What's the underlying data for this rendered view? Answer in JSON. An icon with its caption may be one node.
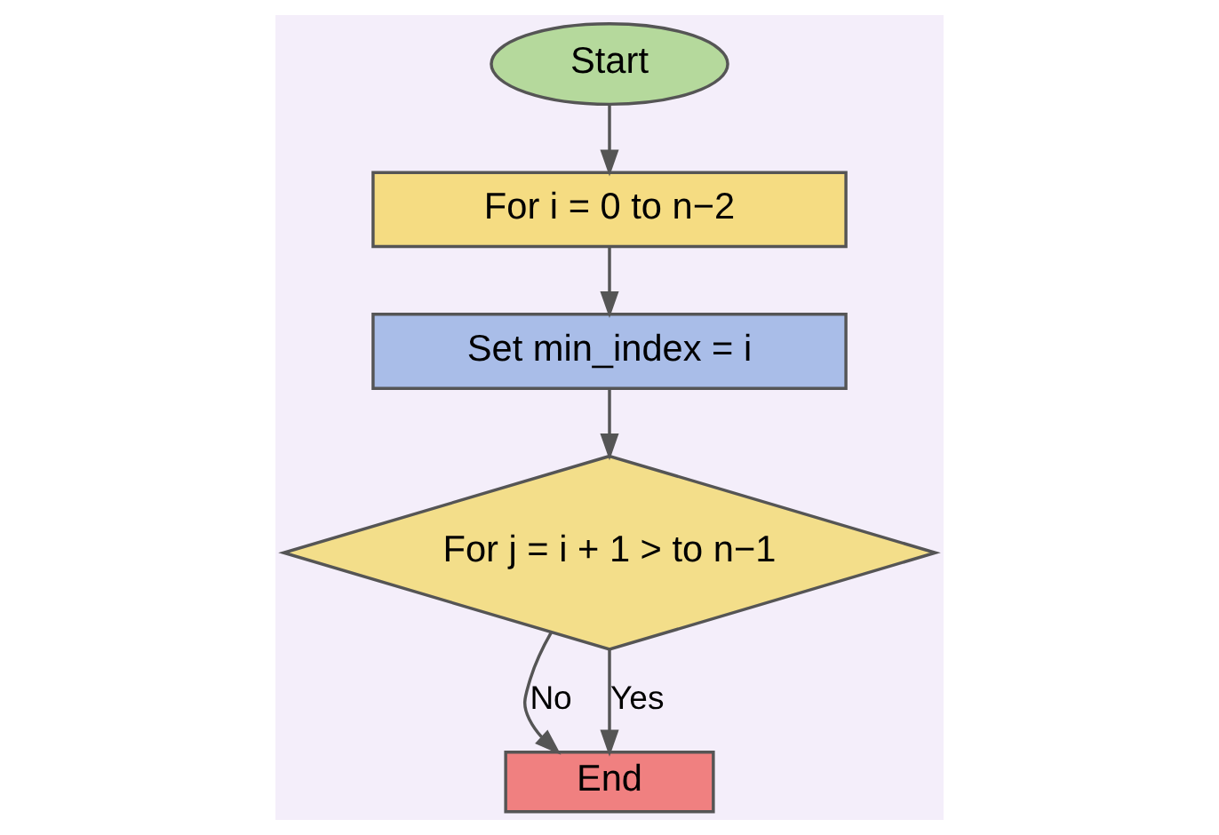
{
  "diagram": {
    "nodes": [
      {
        "text": [
          "Start"
        ]
      },
      {
        "text": [
          "For i = 0 to n−2"
        ]
      },
      {
        "text": [
          "Set min_index = i"
        ]
      },
      {
        "text": [
          "For j = i + 1 > to n−1"
        ]
      },
      {
        "text": [
          "End"
        ]
      }
    ],
    "edges": [
      {
        "from": 0,
        "to": 1,
        "arrow": "to"
      },
      {
        "from": 1,
        "to": 2,
        "arrow": "to"
      },
      {
        "from": 2,
        "to": 3,
        "arrow": "to"
      },
      {
        "from": 3,
        "to": 4,
        "label": "No",
        "arrow": "to"
      },
      {
        "from": 3,
        "to": 4,
        "label": "Yes",
        "arrow": "to"
      }
    ]
  }
}
